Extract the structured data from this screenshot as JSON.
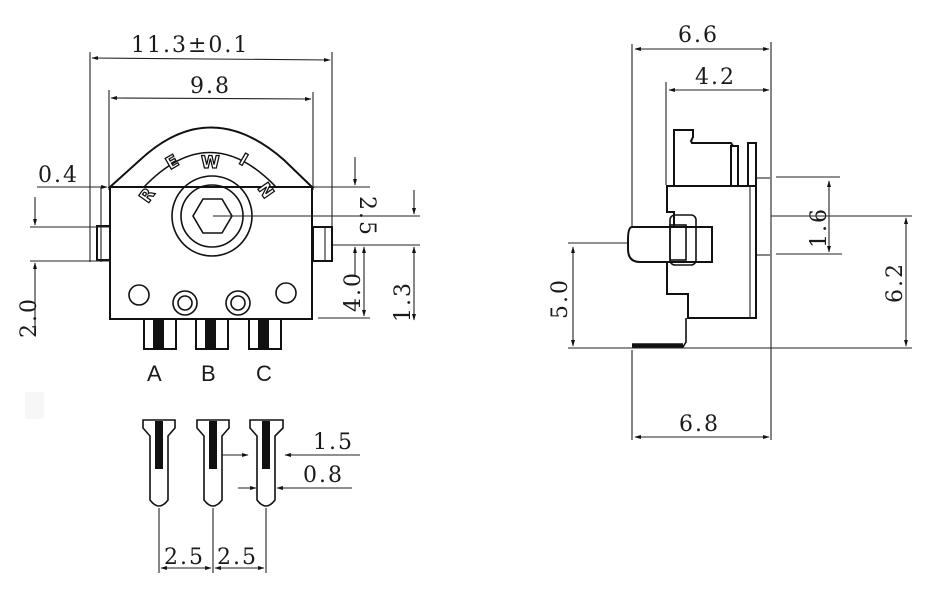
{
  "title": "Rotary potentiometer dimension drawing",
  "front_view": {
    "brand_letters": [
      "R",
      "E",
      "W",
      "I",
      "N"
    ],
    "pin_labels": [
      "A",
      "B",
      "C"
    ],
    "dimensions": {
      "overall_width": "11.3±0.1",
      "body_width": "9.8",
      "mount_tab": "0.4",
      "tab_height": "2.0",
      "shaft_center_offset": "2.5",
      "tab_to_bottom": "4.0",
      "tab_width": "1.3"
    }
  },
  "pin_detail": {
    "dimensions": {
      "pin_head_width": "1.5",
      "pin_shank_width": "0.8",
      "pitch_1": "2.5",
      "pitch_2": "2.5"
    }
  },
  "side_view": {
    "dimensions": {
      "overall_depth": "6.6",
      "body_depth": "4.2",
      "tab_height": "1.6",
      "shaft_height": "5.0",
      "tab_top_height": "6.2",
      "footprint_depth": "6.8"
    }
  },
  "colors": {
    "line": "#111111",
    "background": "#ffffff"
  }
}
